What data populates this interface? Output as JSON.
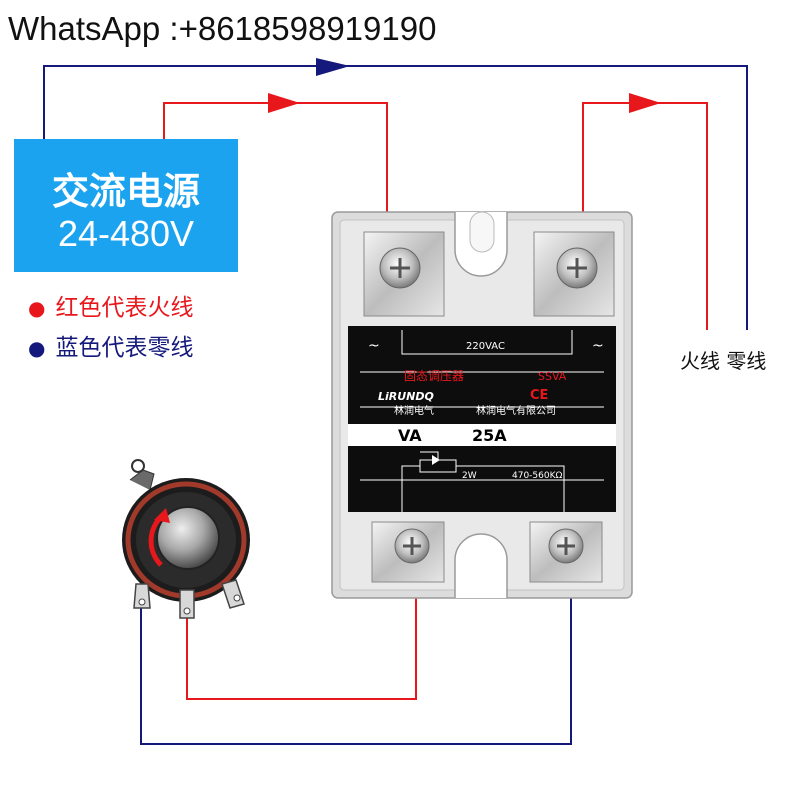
{
  "header": {
    "whatsapp": "WhatsApp :+8618598919190"
  },
  "power_box": {
    "title": "交流电源",
    "voltage": "24-480V",
    "color": "#1ba3ef"
  },
  "legend": {
    "red": {
      "bullet": "●",
      "text": "红色代表火线",
      "color": "#e8171c"
    },
    "blue": {
      "bullet": "●",
      "text": "蓝色代表零线",
      "color": "#15197b"
    }
  },
  "load": {
    "label": "火线 零线"
  },
  "relay": {
    "voltage": "220VAC",
    "tilde_left": "~",
    "tilde_right": "~",
    "name_cn": "固态调压器",
    "model": "SSVA",
    "ce": "CE",
    "brand_logo": "LiRUNDQ",
    "brand_cn": "林润电气",
    "company": "林润电气有限公司",
    "type": "VA",
    "current": "25A",
    "pot_power": "2W",
    "pot_range": "470-560KΩ"
  },
  "wire_colors": {
    "live": "#e8171c",
    "neutral": "#15197b"
  }
}
